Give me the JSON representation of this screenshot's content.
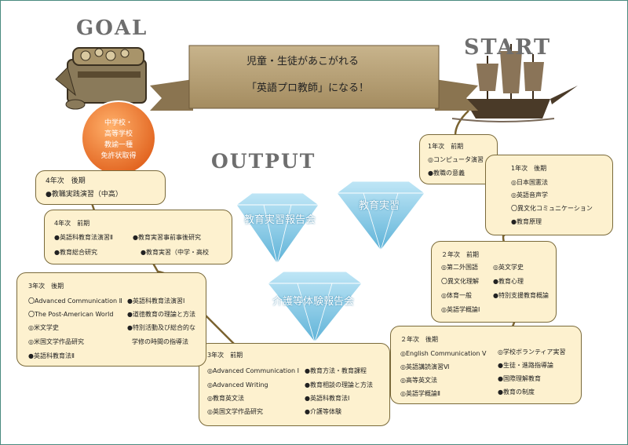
{
  "labels": {
    "goal": "GOAL",
    "start": "START",
    "output": "OUTPUT"
  },
  "banner": {
    "line1": "児童・生徒があこがれる",
    "line2": "「英語プロ教師」になる！"
  },
  "license": {
    "lines": [
      "中学校・",
      "高等学校",
      "教諭一種",
      "免許状取得"
    ]
  },
  "gems": {
    "left": "教育実習報告会",
    "right": "教育実習",
    "bottom": "介護等体験報告会"
  },
  "boxes": {
    "y1_first": {
      "title": "1年次　前期",
      "items": [
        "◎コンピュータ演習",
        "●教職の意義"
      ]
    },
    "y1_second": {
      "title": "1年次　後期",
      "items": [
        "◎日本国憲法",
        "◎英語音声学",
        "〇異文化コミュニケーション",
        "●教育原理"
      ]
    },
    "y2_first": {
      "title": "２年次　前期",
      "items": [
        "◎第二外国語",
        "〇異文化理解",
        "◎体育一般",
        "◎英語学概論Ⅰ",
        "◎英文学史",
        "●教育心理",
        "●特別支援教育概論"
      ]
    },
    "y2_second": {
      "title": "２年次　後期",
      "items": [
        "◎English Communication Ⅴ",
        "◎英語講読演習Ⅵ",
        "◎高等英文法",
        "◎英語学概論Ⅱ",
        "◎学校ボランティア実習",
        "●生徒・進路指導論",
        "●国際理解教育",
        "●教育の制度"
      ]
    },
    "y3_first": {
      "title": "3年次　前期",
      "items": [
        "◎Advanced Communication Ⅰ",
        "◎Advanced Writing",
        "◎教育英文法",
        "◎英国文学作品研究",
        "●教育方法・教育課程",
        "●教育相談の理論と方法",
        "●英語科教育法Ⅰ",
        "●介護等体験"
      ]
    },
    "y3_second": {
      "title": "3年次　後期",
      "items": [
        "〇Advanced Communication Ⅱ",
        "〇The Post-American World",
        "◎米文学史",
        "◎米国文学作品研究",
        "●英語科教育法Ⅱ",
        "●英語科教育法演習Ⅰ",
        "●道徳教育の理論と方法",
        "●特別活動及び総合的な",
        "学修の時間の指導法"
      ]
    },
    "y4_first": {
      "title": "4年次　前期",
      "items": [
        "●英語科教育法演習Ⅱ",
        "●教育総合研究",
        "●教育実習事前事後研究",
        "●教育実習（中学・高校"
      ]
    },
    "y4_second": {
      "title": "4年次　後期",
      "items": [
        "●教職実践演習（中高）"
      ]
    }
  },
  "colors": {
    "box_fill": "#fdf1cf",
    "box_border": "#7a6a3a",
    "path": "#7a6330",
    "gem": "#8fd0ea",
    "circle": "#f07a2a",
    "banner": "#b8a27a"
  }
}
